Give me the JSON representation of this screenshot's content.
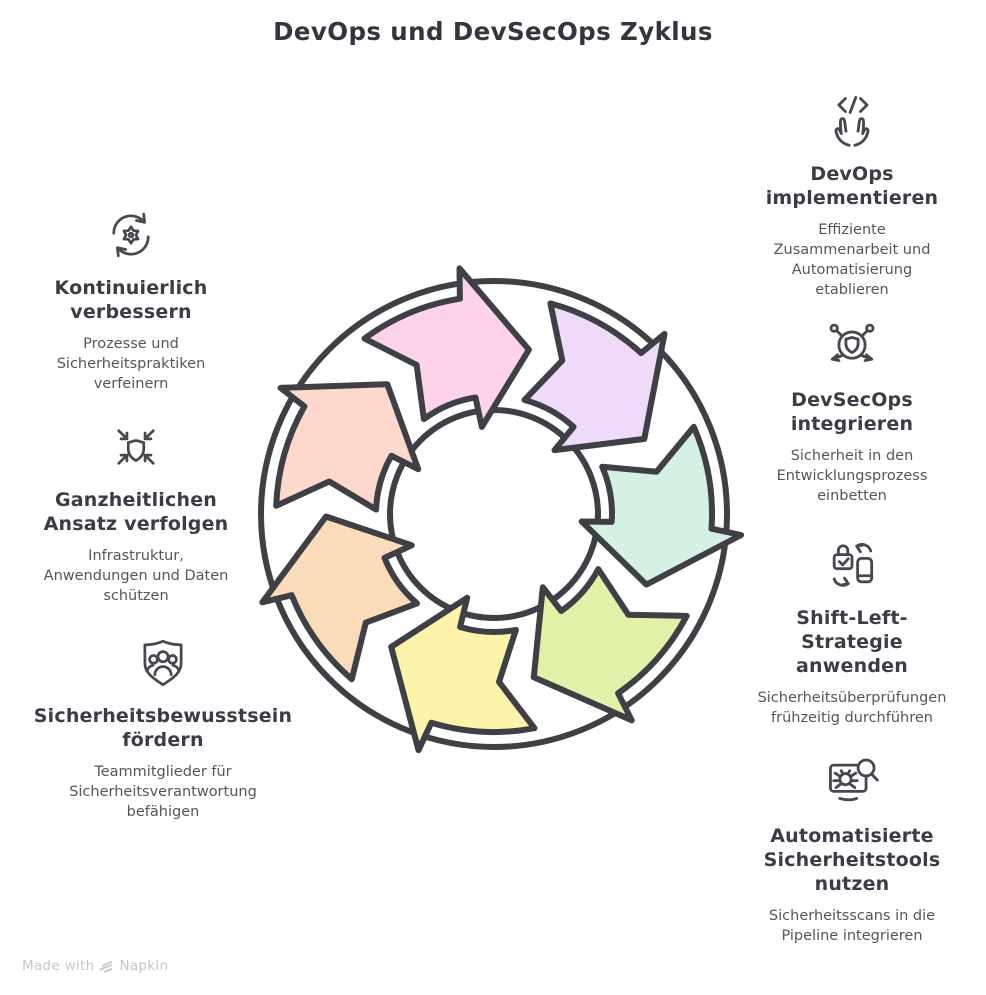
{
  "page": {
    "title": "DevOps und DevSecOps Zyklus"
  },
  "cycle": {
    "stroke": "#3f4046",
    "segments": [
      {
        "name": "lavender",
        "color": "#f0daf9"
      },
      {
        "name": "mint",
        "color": "#d5f1e3"
      },
      {
        "name": "lime",
        "color": "#e2f1a8"
      },
      {
        "name": "yellow",
        "color": "#fdf3aa"
      },
      {
        "name": "peach",
        "color": "#fadcbb"
      },
      {
        "name": "salmon",
        "color": "#fcd9cc"
      },
      {
        "name": "pink",
        "color": "#fcd3e8"
      }
    ]
  },
  "left_items": [
    {
      "icon": "refresh-gear-icon",
      "title": "Kontinuierlich verbessern",
      "subtitle": "Prozesse und Sicherheitspraktiken verfeinern"
    },
    {
      "icon": "shield-converge-icon",
      "title": "Ganzheitlichen Ansatz verfolgen",
      "subtitle": "Infrastruktur, Anwendungen und Daten schützen"
    },
    {
      "icon": "team-shield-icon",
      "title": "Sicherheitsbewusstsein fördern",
      "subtitle": "Teammitglieder für Sicherheitsverantwortung befähigen"
    }
  ],
  "right_items": [
    {
      "icon": "code-hands-icon",
      "title": "DevOps implementieren",
      "subtitle": "Effiziente Zusammenarbeit und Automatisierung etablieren"
    },
    {
      "icon": "shield-network-icon",
      "title": "DevSecOps integrieren",
      "subtitle": "Sicherheit in den Entwicklungsprozess einbetten"
    },
    {
      "icon": "lock-sync-phone-icon",
      "title": "Shift-Left-Strategie anwenden",
      "subtitle": "Sicherheitsüberprüfungen frühzeitig durchführen"
    },
    {
      "icon": "monitor-bug-scan-icon",
      "title": "Automatisierte Sicherheitstools nutzen",
      "subtitle": "Sicherheitsscans in die Pipeline integrieren"
    }
  ],
  "watermark": {
    "prefix": "Made with",
    "brand": "Napkin"
  }
}
